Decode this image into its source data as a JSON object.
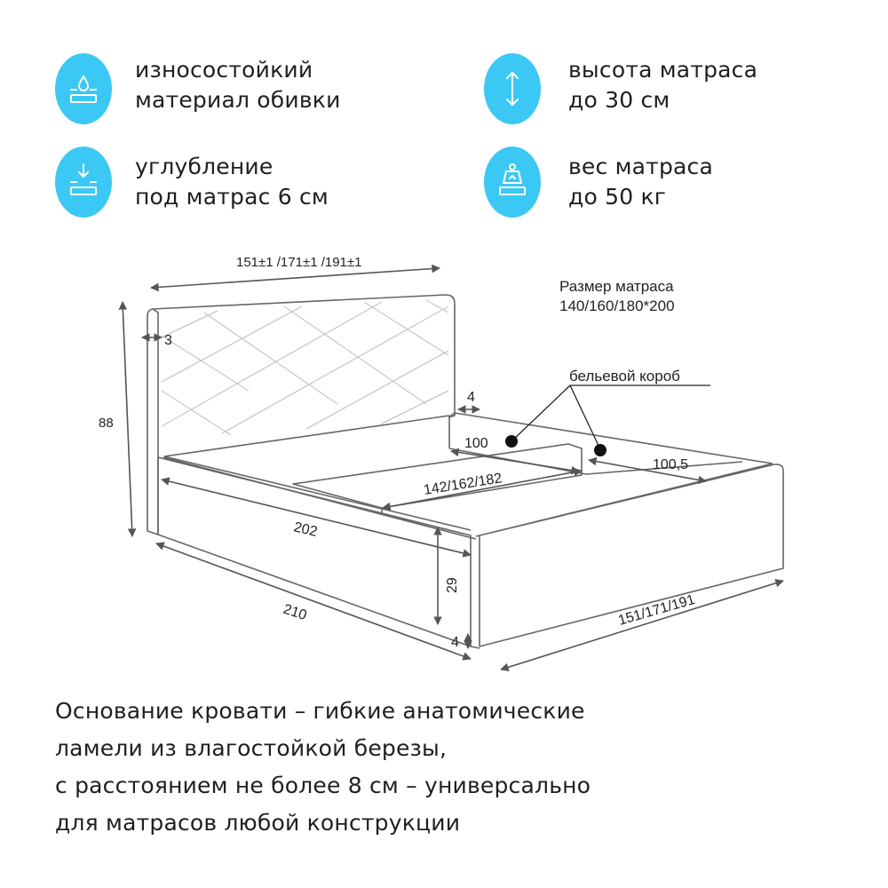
{
  "features": [
    {
      "icon": "fabric-drop-icon",
      "lines": [
        "износостойкий",
        "материал обивки"
      ]
    },
    {
      "icon": "up-down-arrow-icon",
      "lines": [
        "высота матраса",
        "до 30 см"
      ]
    },
    {
      "icon": "down-arrow-tray-icon",
      "lines": [
        "углубление",
        "под матрас 6 см"
      ]
    },
    {
      "icon": "weight-icon",
      "lines": [
        "вес матраса",
        "до 50 кг"
      ]
    }
  ],
  "colors": {
    "accent": "#3cc8f4",
    "line": "#555555",
    "text": "#1f1f1f"
  },
  "diagram": {
    "headboard_width": "151±1 /171±1 /191±1",
    "mattress_size_label": "Размер матраса",
    "mattress_size_value": "140/160/180*200",
    "storage_label": "бельевой короб",
    "height_total": "88",
    "headboard_thickness": "3",
    "side_thickness": "4",
    "box_left": "100",
    "box_right": "100,5",
    "inner_width": "142/162/182",
    "inner_length": "202",
    "side_height": "29",
    "leg_gap": "4",
    "total_length": "210",
    "total_width": "151/171/191"
  },
  "footer": {
    "lines": [
      "Основание кровати – гибкие анатомические",
      "ламели из влагостойкой березы,",
      "с расстоянием не более 8 см – универсально",
      "для матрасов любой конструкции"
    ]
  }
}
